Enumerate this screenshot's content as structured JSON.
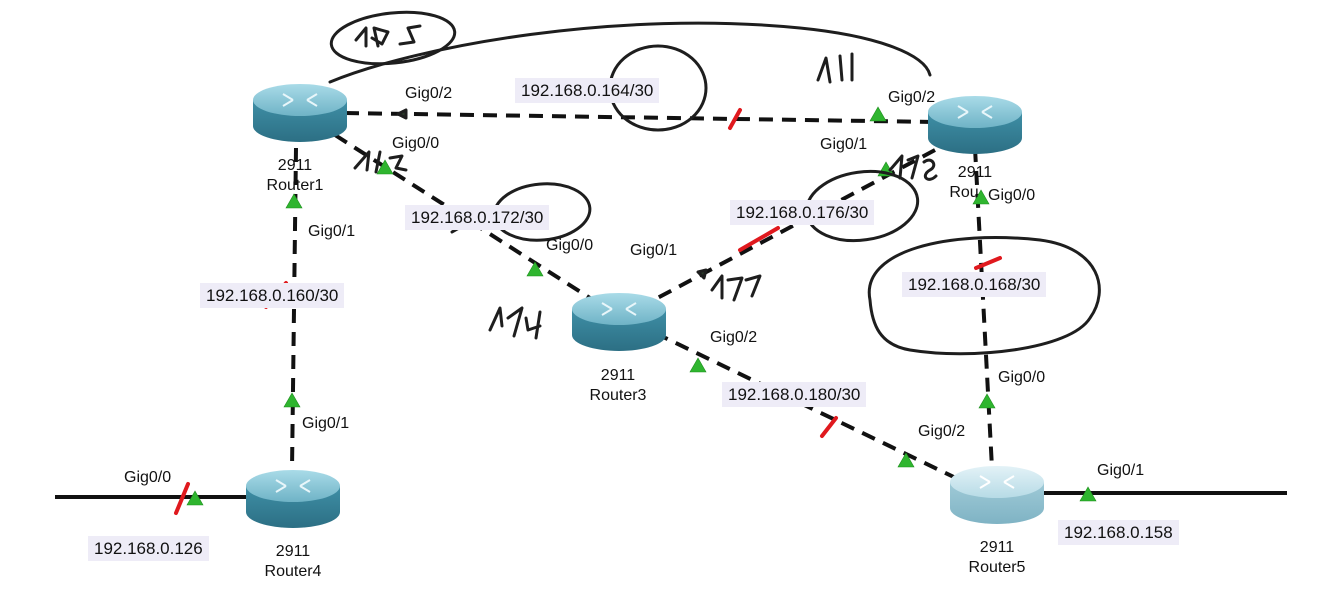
{
  "routers": [
    {
      "id": "r1",
      "model": "2911",
      "name": "Router1"
    },
    {
      "id": "r2",
      "model": "2911",
      "name": "Rou"
    },
    {
      "id": "r3",
      "model": "2911",
      "name": "Router3"
    },
    {
      "id": "r4",
      "model": "2911",
      "name": "Router4"
    },
    {
      "id": "r5",
      "model": "2911",
      "name": "Router5"
    }
  ],
  "interfaces": {
    "r1_g02": "Gig0/2",
    "r1_g00": "Gig0/0",
    "r1_g01": "Gig0/1",
    "r2_g02": "Gig0/2",
    "r2_g01": "Gig0/1",
    "r2_g00": "Gig0/0",
    "r3_g00": "Gig0/0",
    "r3_g01": "Gig0/1",
    "r3_g02": "Gig0/2",
    "r4_g01": "Gig0/1",
    "r4_g00": "Gig0/0",
    "r5_g00": "Gig0/0",
    "r5_g02": "Gig0/2",
    "r5_g01": "Gig0/1"
  },
  "networks": {
    "n164": "192.168.0.164/30",
    "n172": "192.168.0.172/30",
    "n176": "192.168.0.176/30",
    "n168": "192.168.0.168/30",
    "n160": "192.168.0.160/30",
    "n180": "192.168.0.180/30",
    "h126": "192.168.0.126",
    "h158": "192.168.0.158"
  },
  "colors": {
    "link": "#111111",
    "link_up": "#2fb52f",
    "link_down": "#e0191e",
    "ink": "#1e1e1e",
    "router_body": "#5aa5b8",
    "label_bg": "#eeecf7"
  }
}
